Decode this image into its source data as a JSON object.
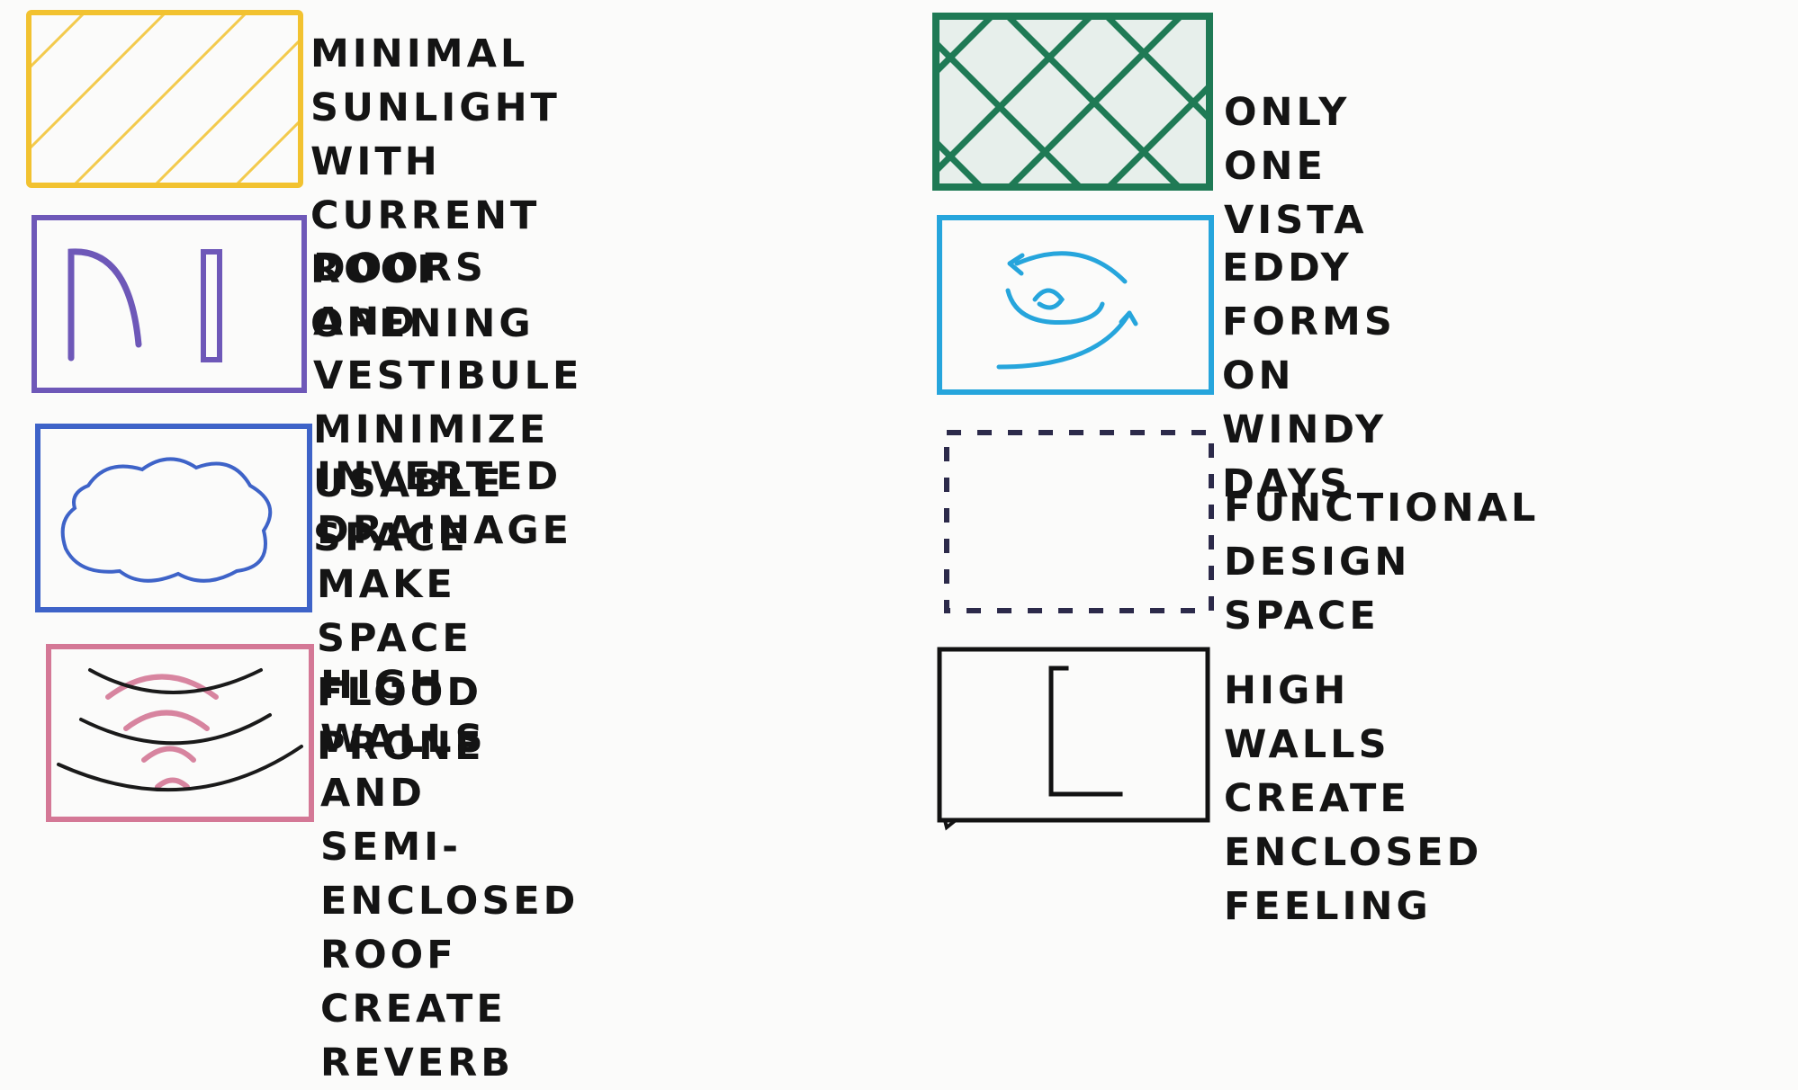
{
  "legend": {
    "items": [
      {
        "id": "minimal-sunlight",
        "label": "MINIMAL SUNLIGHT WITH\nCURRENT ROOF OPENING",
        "color": "#f2c230",
        "pattern": "diagonal-hatch"
      },
      {
        "id": "only-one-vista",
        "label": "ONLY ONE VISTA",
        "color": "#1f7a55",
        "pattern": "crosshatch"
      },
      {
        "id": "doors-vestibule",
        "label": "DOORS AND VESTIBULE\nMINIMIZE USABLE SPACE",
        "color": "#6e58b8",
        "pattern": "door-symbols"
      },
      {
        "id": "eddy-forms",
        "label": "EDDY FORMS\nON WINDY DAYS",
        "color": "#26a5dc",
        "pattern": "swirl-arrows"
      },
      {
        "id": "inverted-drainage",
        "label": "INVERTED DRAINAGE\nMAKE SPACE FLOOD PRONE",
        "color": "#3e63c8",
        "pattern": "puddle-outline"
      },
      {
        "id": "functional-design-space",
        "label": "FUNCTIONAL DESIGN SPACE",
        "color": "#2c2a4a",
        "pattern": "dashed-border"
      },
      {
        "id": "high-walls-reverb",
        "label": "HIGH WALLS AND SEMI-\nENCLOSED ROOF CREATE\nREVERB",
        "color": "#d47896",
        "pattern": "sound-arcs"
      },
      {
        "id": "high-walls-enclosed",
        "label": "HIGH WALLS CREATE\nENCLOSED FEELING",
        "color": "#121212",
        "pattern": "wall-bracket"
      }
    ]
  }
}
